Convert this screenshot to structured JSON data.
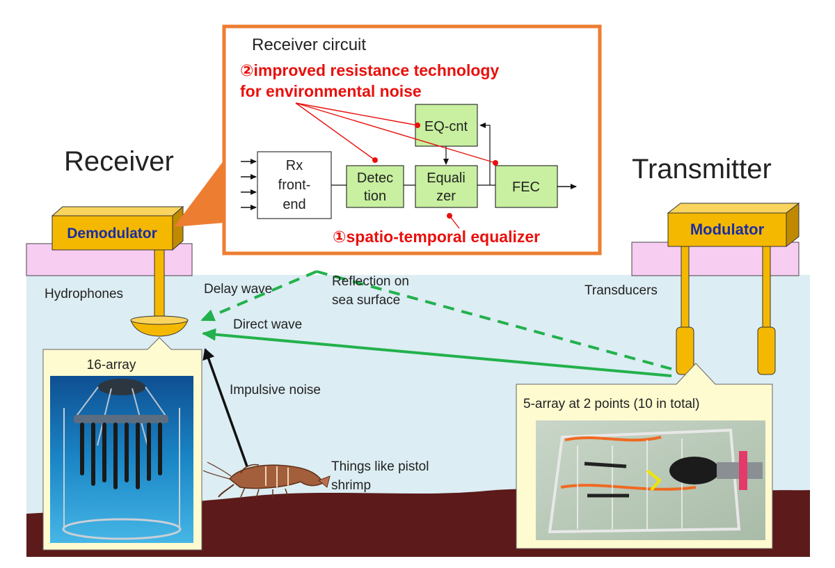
{
  "labels": {
    "receiver": "Receiver",
    "transmitter": "Transmitter",
    "demodulator": "Demodulator",
    "modulator": "Modulator",
    "hydrophones": "Hydrophones",
    "transducers": "Transducers",
    "delay_wave": "Delay wave",
    "reflection_line1": "Reflection on",
    "reflection_line2": "sea surface",
    "direct_wave": "Direct wave",
    "impulsive_noise": "Impulsive noise",
    "shrimp_line1": "Things like pistol",
    "shrimp_line2": "shrimp",
    "array16": "16-array",
    "array5": "5-array at 2 points (10 in total)"
  },
  "circuit": {
    "title": "Receiver circuit",
    "tech2_line1": "②improved resistance technology",
    "tech2_line2": "for environmental noise",
    "tech1": "①spatio-temporal equalizer",
    "rx_line1": "Rx",
    "rx_line2": "front-",
    "rx_line3": "end",
    "det_line1": "Detec",
    "det_line2": "tion",
    "eq_line1": "Equali",
    "eq_line2": "zer",
    "eqcnt": "EQ-cnt",
    "fec": "FEC"
  },
  "colors": {
    "sea": "#dcedf3",
    "seabed": "#5c1a1a",
    "device": "#f5b800",
    "device_text": "#1a2ea0",
    "platform": "#f8cdf2",
    "callout_border": "#ed7d31",
    "highlight_red": "#e8100d",
    "wave_green": "#22b14c",
    "block_green": "#c8f0a0",
    "note_yellow": "#fffbd0"
  }
}
